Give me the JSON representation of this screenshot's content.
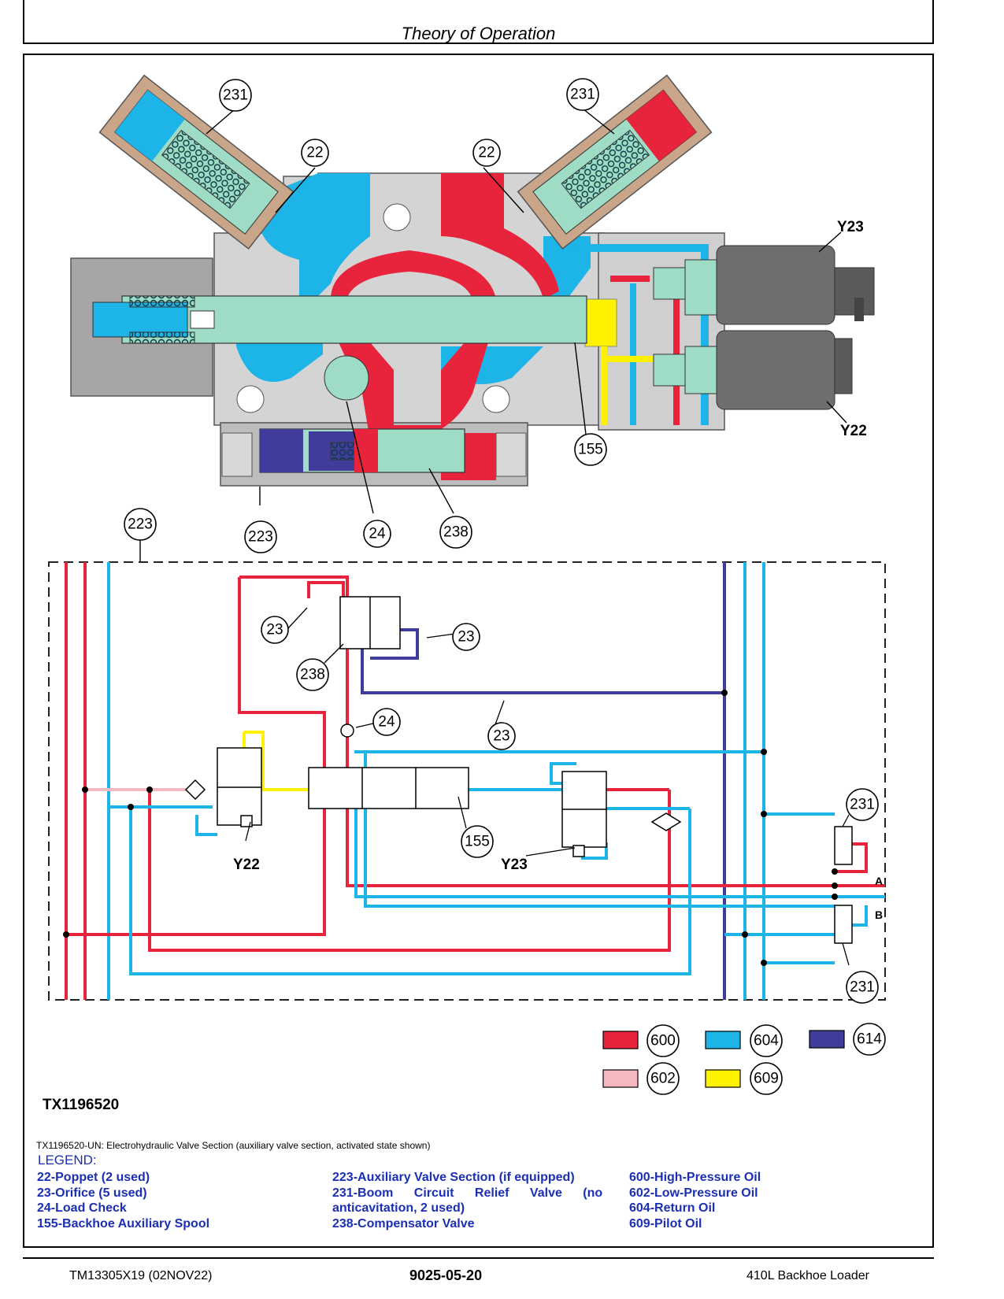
{
  "header": {
    "section_title": "Theory of Operation"
  },
  "figure": {
    "id": "TX1196520",
    "caption": "TX1196520-UN: Electrohydraulic Valve Section (auxiliary valve section, activated state shown)",
    "callouts": {
      "c231": "231",
      "c22": "22",
      "c155": "155",
      "c223": "223",
      "c24": "24",
      "c238": "238",
      "c23": "23",
      "y23": "Y23",
      "y22": "Y22",
      "port_a": "A",
      "port_b": "B"
    },
    "swatches": [
      {
        "number": "600",
        "color": "#e8233c"
      },
      {
        "number": "604",
        "color": "#1db4e8"
      },
      {
        "number": "614",
        "color": "#3f3d99"
      },
      {
        "number": "602",
        "color": "#f4b8c0"
      },
      {
        "number": "609",
        "color": "#fff200"
      }
    ]
  },
  "legend": {
    "title": "LEGEND:",
    "col1": [
      "22-Poppet (2 used)",
      "23-Orifice (5 used)",
      "24-Load Check",
      "155-Backhoe Auxiliary Spool"
    ],
    "col2": [
      "223-Auxiliary Valve Section (if equipped)",
      "231-Boom Circuit Relief Valve (no",
      "anticavitation, 2 used)",
      "238-Compensator Valve"
    ],
    "col3": [
      "600-High-Pressure Oil",
      "602-Low-Pressure Oil",
      "604-Return Oil",
      "609-Pilot Oil"
    ]
  },
  "footer": {
    "left": "TM13305X19 (02NOV22)",
    "center": "9025-05-20",
    "right": "410L Backhoe Loader"
  }
}
